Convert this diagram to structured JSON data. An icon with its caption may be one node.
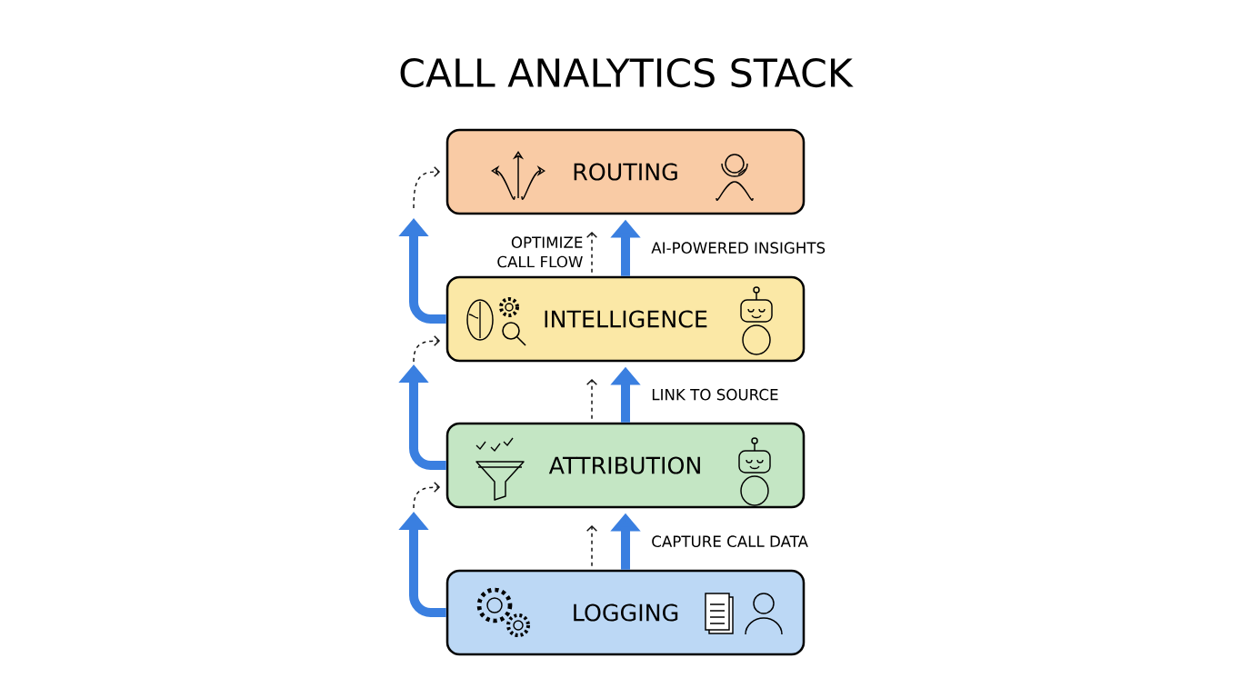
{
  "diagram": {
    "title": "CALL ANALYTICS STACK",
    "nodes": [
      {
        "text": [
          "ROUTING"
        ]
      },
      {
        "text": [
          "INTELLIGENCE"
        ]
      },
      {
        "text": [
          "ATTRIBUTION"
        ]
      },
      {
        "text": [
          "LOGGING"
        ]
      }
    ],
    "edges": [
      {
        "from": 3,
        "to": 2,
        "arrow": "to",
        "label": "CAPTURE CALL DATA",
        "style": "thick",
        "color": "#3a7fe0"
      },
      {
        "from": 3,
        "to": 2,
        "arrow": "to",
        "style": "dashed",
        "color": "#111111"
      },
      {
        "from": 2,
        "to": 1,
        "arrow": "to",
        "label": "LINK TO SOURCE",
        "style": "thick",
        "color": "#3a7fe0"
      },
      {
        "from": 2,
        "to": 1,
        "arrow": "to",
        "style": "dashed",
        "color": "#111111"
      },
      {
        "from": 1,
        "to": 0,
        "arrow": "to",
        "label": "AI-POWERED INSIGHTS",
        "style": "thick",
        "color": "#3a7fe0"
      },
      {
        "from": 1,
        "to": 0,
        "arrow": "to",
        "label": "OPTIMIZE CALL FLOW",
        "style": "dashed",
        "color": "#111111"
      },
      {
        "from": 3,
        "to": null,
        "arrow": "to",
        "style": "thick",
        "color": "#3a7fe0"
      },
      {
        "from": null,
        "to": 2,
        "arrow": "to",
        "style": "dashed",
        "color": "#111111"
      },
      {
        "from": 2,
        "to": null,
        "arrow": "to",
        "style": "thick",
        "color": "#3a7fe0"
      },
      {
        "from": null,
        "to": 1,
        "arrow": "to",
        "style": "dashed",
        "color": "#111111"
      },
      {
        "from": 1,
        "to": null,
        "arrow": "to",
        "style": "thick",
        "color": "#3a7fe0"
      },
      {
        "from": null,
        "to": 0,
        "arrow": "to",
        "style": "dashed",
        "color": "#111111"
      }
    ]
  }
}
